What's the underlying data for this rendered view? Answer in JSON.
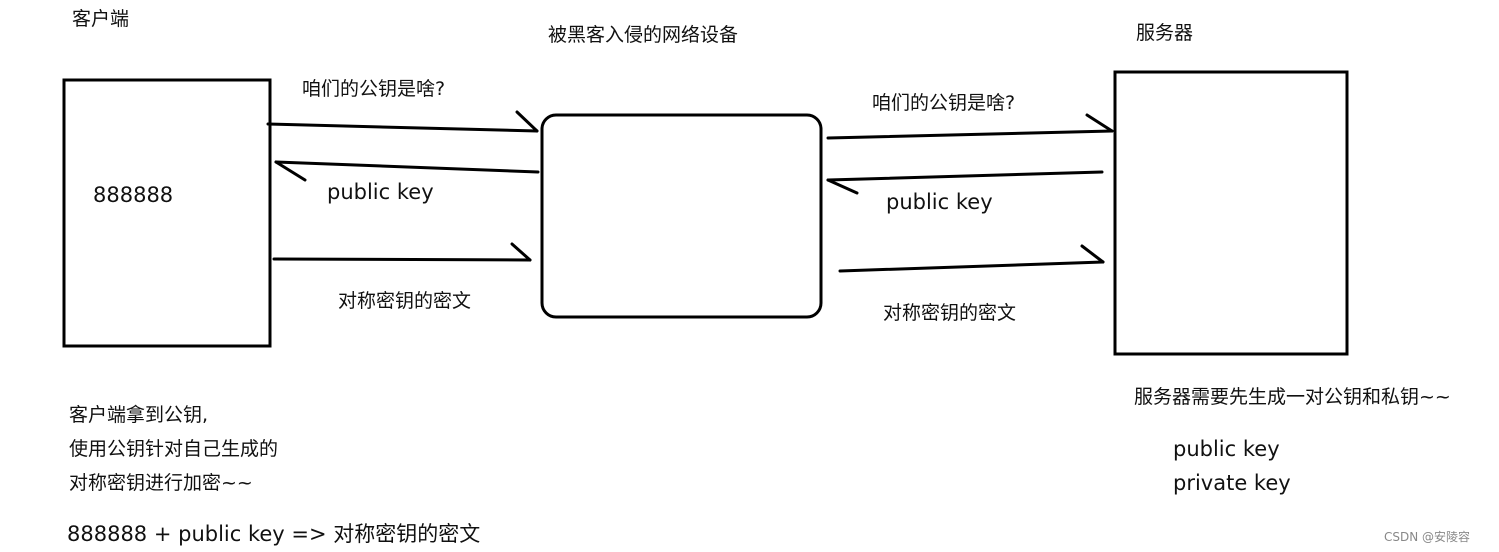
{
  "client": {
    "title": "客户端",
    "number": "888888",
    "notes": [
      "客户端拿到公钥,",
      "使用公钥针对自己生成的",
      "对称密钥进行加密~~"
    ],
    "formula": "888888 + public key => 对称密钥的密文"
  },
  "attacker": {
    "title": "被黑客入侵的网络设备"
  },
  "server": {
    "title": "服务器",
    "note": "服务器需要先生成一对公钥和私钥~~",
    "keys": [
      "public key",
      "private key"
    ]
  },
  "left_arrows": {
    "ask": "咱们的公钥是啥?",
    "reply": "public key",
    "cipher": "对称密钥的密文"
  },
  "right_arrows": {
    "ask": "咱们的公钥是啥?",
    "reply": "public key",
    "cipher": "对称密钥的密文"
  },
  "watermark": "CSDN @安陵容"
}
